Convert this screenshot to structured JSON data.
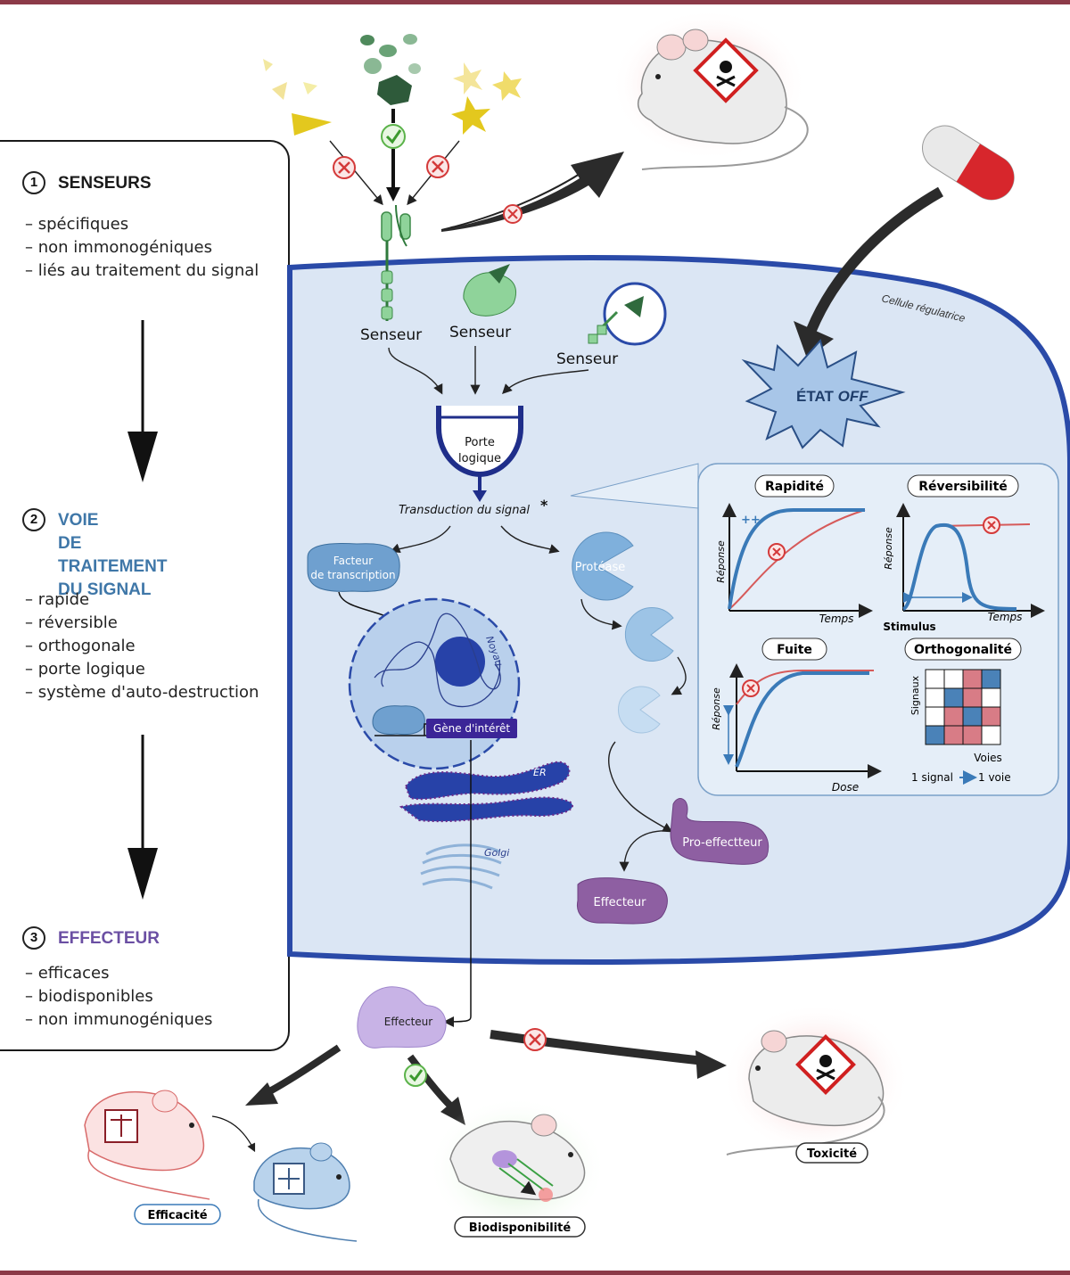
{
  "left_panel": {
    "sections": [
      {
        "number": "1",
        "title": "SENSEURS",
        "color": "#1a1a1a",
        "items": [
          "spécifiques",
          "non immonogéniques",
          "liés au traitement du signal"
        ]
      },
      {
        "number": "2",
        "title": "VOIE\nDE TRAITEMENT\nDU SIGNAL",
        "color": "#3f77a8",
        "items": [
          "rapide",
          "réversible",
          "orthogonale",
          "porte logique",
          "système d'auto-destruction"
        ]
      },
      {
        "number": "3",
        "title": "EFFECTEUR",
        "color": "#6b4fa3",
        "items": [
          "efficaces",
          "biodisponibles",
          "non immunogéniques"
        ]
      }
    ]
  },
  "cell": {
    "label": "Cellule régulatrice",
    "sensors": [
      "Senseur",
      "Senseur",
      "Senseur"
    ],
    "logic_gate": "Porte\nlogique",
    "transduction": "Transduction du signal",
    "transduction_mark": "*",
    "transcription_factor": "Facteur\nde transcription",
    "nucleus": "Noyau",
    "gene": "Gène d'intérêt",
    "er": "ER",
    "golgi": "Golgi",
    "protease": "Protéase",
    "pro_effector": "Pro-effectteur",
    "effector_inside": "Effecteur",
    "off_state_prefix": "ÉTAT ",
    "off_state_em": "OFF"
  },
  "inset": {
    "titles": [
      "Rapidité",
      "Réversibilité",
      "Fuite",
      "Orthogonalité"
    ],
    "response": "Réponse",
    "time": "Temps",
    "stimulus": "Stimulus",
    "dose": "Dose",
    "plusplus": "++",
    "signals": "Signaux",
    "pathways": "Voies",
    "one_signal": "1 signal",
    "one_pathway": "1 voie",
    "colors": {
      "blue": "#3a7ab8",
      "red": "#d65a5a",
      "grid_blue": "#4a82b8",
      "grid_red": "#d87c86"
    },
    "orthogonality_grid": [
      [
        "w",
        "w",
        "r",
        "b"
      ],
      [
        "w",
        "b",
        "r",
        "w"
      ],
      [
        "w",
        "r",
        "b",
        "r"
      ],
      [
        "b",
        "r",
        "r",
        "w"
      ]
    ]
  },
  "outcomes": {
    "effector_outside": "Effecteur",
    "efficacy": "Efficacité",
    "bioavailability": "Biodisponibilité",
    "toxicity": "Toxicité"
  },
  "colors": {
    "band": "#8c3a48",
    "cell_fill": "#dbe6f4",
    "cell_border": "#2a4aa8"
  }
}
